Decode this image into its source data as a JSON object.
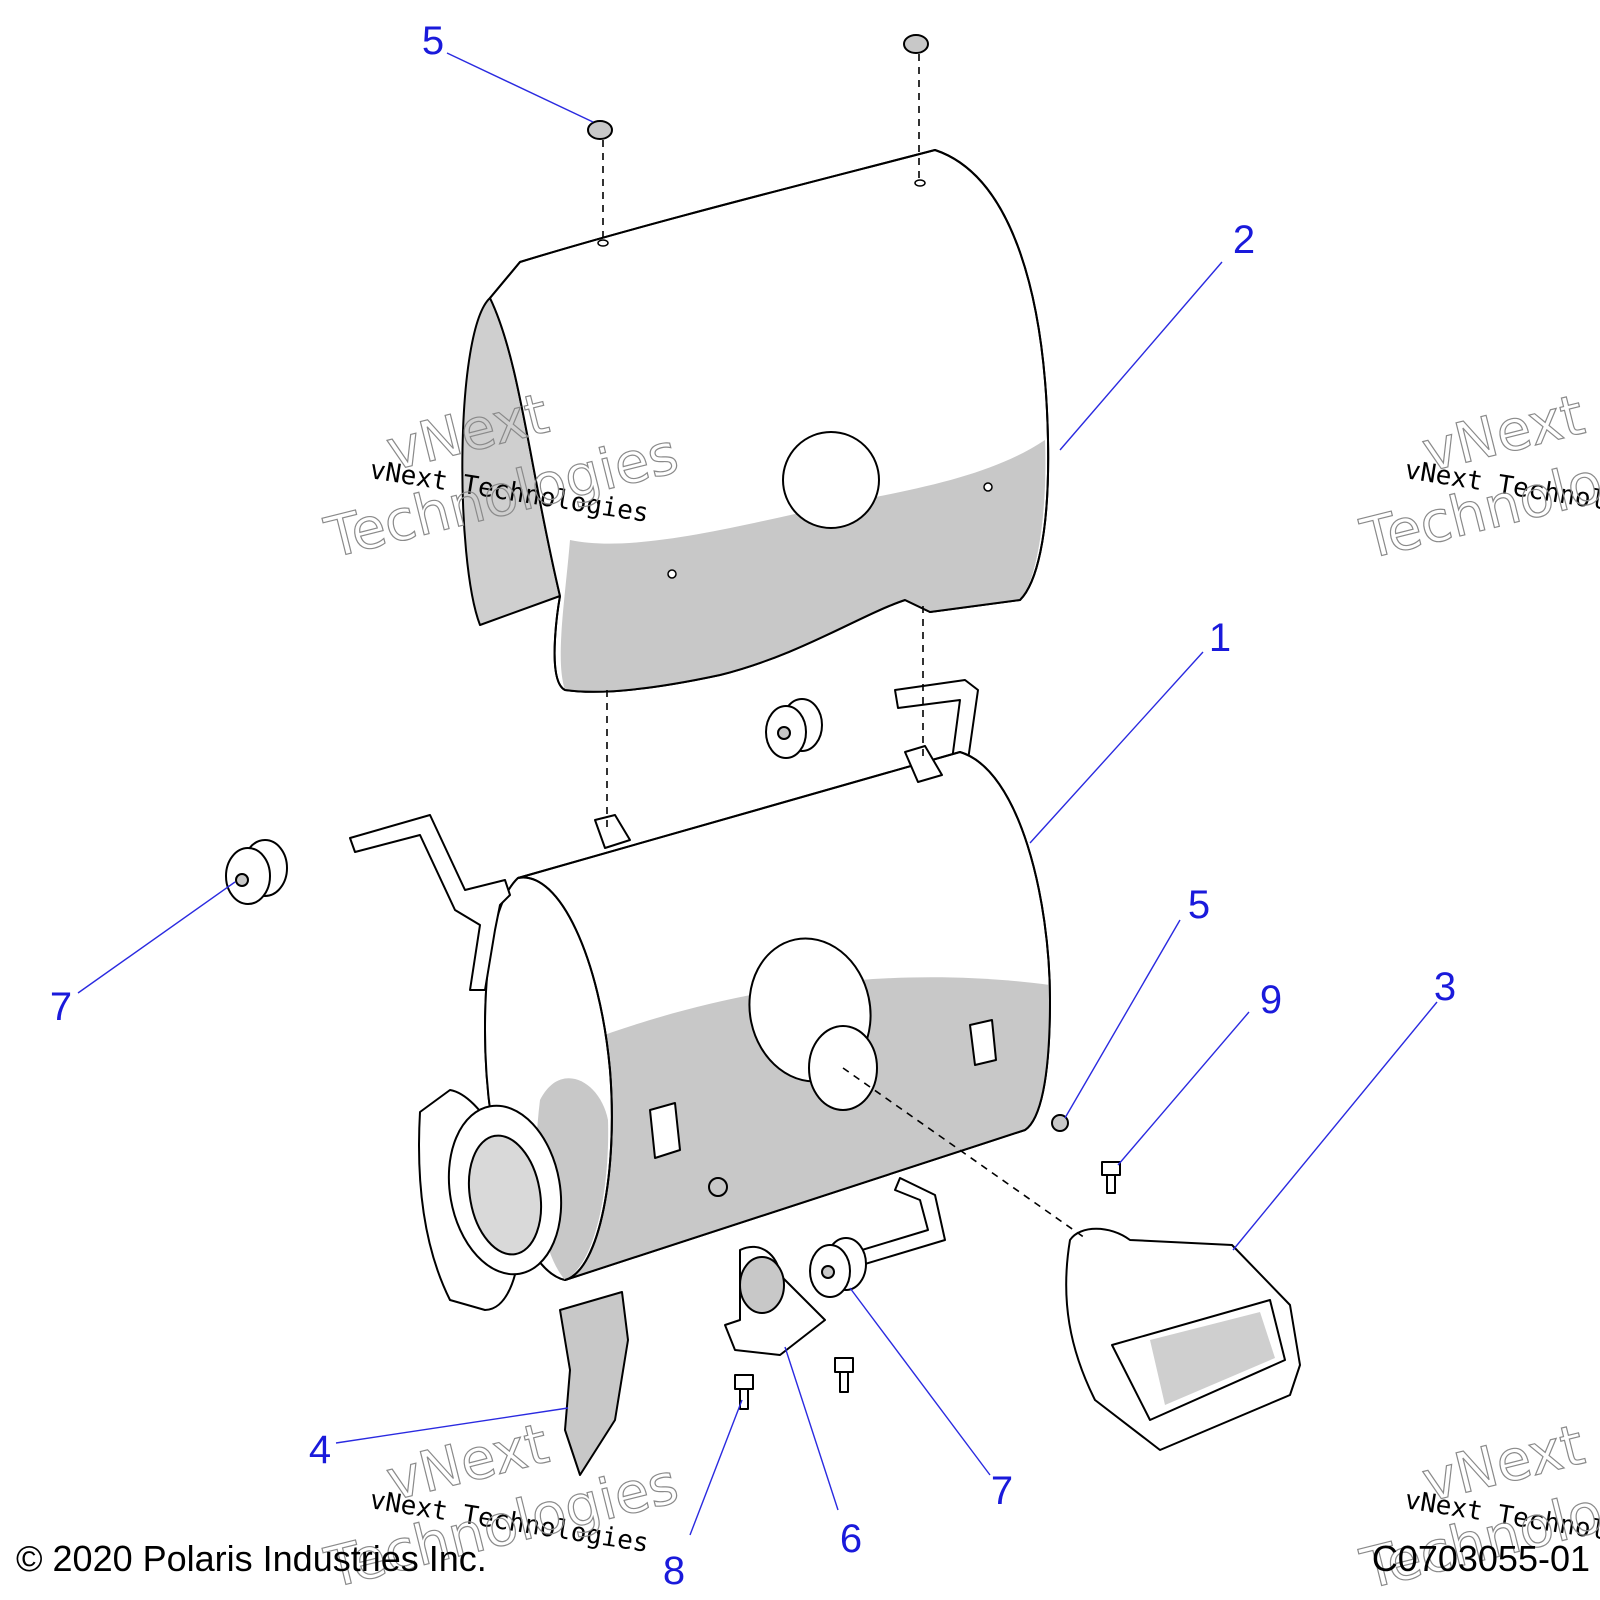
{
  "callouts": [
    {
      "id": "1",
      "label": "1"
    },
    {
      "id": "2",
      "label": "2"
    },
    {
      "id": "3",
      "label": "3"
    },
    {
      "id": "4",
      "label": "4"
    },
    {
      "id": "5a",
      "label": "5"
    },
    {
      "id": "5b",
      "label": "5"
    },
    {
      "id": "6",
      "label": "6"
    },
    {
      "id": "7a",
      "label": "7"
    },
    {
      "id": "7b",
      "label": "7"
    },
    {
      "id": "8",
      "label": "8"
    },
    {
      "id": "9",
      "label": "9"
    }
  ],
  "watermark": {
    "small": "vNext Technologies",
    "big_line1": "vNext",
    "big_line2": "Technologies"
  },
  "footer": {
    "copyright": "© 2020 Polaris Industries Inc.",
    "drawing_number": "C0703055-01"
  },
  "colors": {
    "callout": "#1a1adb",
    "shading": "#c8c8c8"
  }
}
